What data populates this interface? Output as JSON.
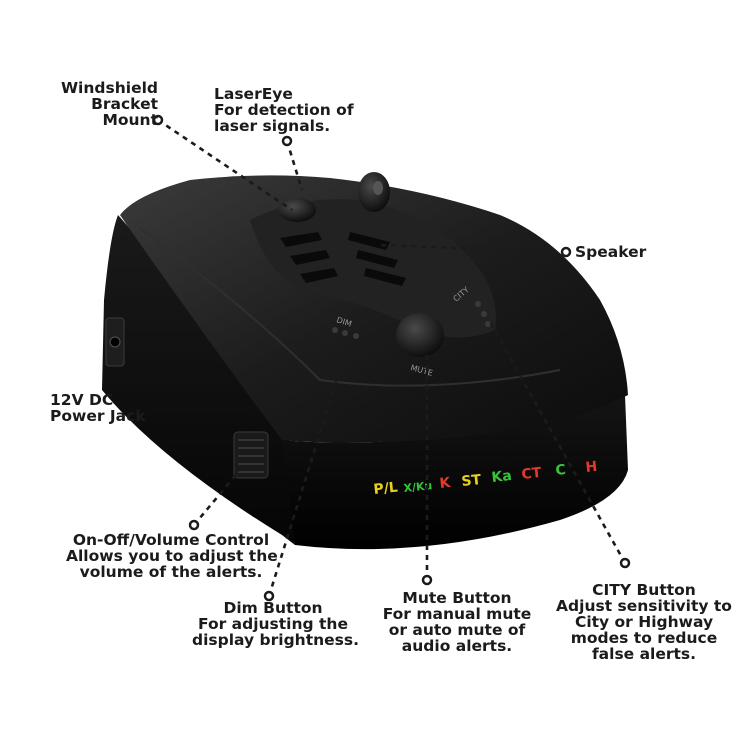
{
  "callouts": {
    "windshield_bracket": [
      "Windshield",
      "Bracket",
      "Mount"
    ],
    "lasereye": [
      "LaserEye",
      "For detection of",
      "laser signals."
    ],
    "speaker": [
      "Speaker"
    ],
    "power_jack": [
      "12V DC",
      "Power Jack"
    ],
    "volume_control": [
      "On-Off/Volume Control",
      "Allows you to adjust the",
      "volume of the alerts."
    ],
    "dim_button": [
      "Dim Button",
      "For adjusting the",
      "display brightness."
    ],
    "mute_button": [
      "Mute Button",
      "For manual mute",
      "or auto mute of",
      "audio alerts."
    ],
    "city_button": [
      "CITY Button",
      "Adjust sensitivity to",
      "City or Highway",
      "modes to reduce",
      "false alerts."
    ]
  },
  "device_labels": {
    "dim": "DIM",
    "city": "CITY",
    "mute": "MUTE"
  },
  "display_indicators": [
    {
      "text": "P/L",
      "color": "#e8d21c"
    },
    {
      "text": "X/Ku",
      "color": "#37c43a"
    },
    {
      "text": "K",
      "color": "#e23a2a"
    },
    {
      "text": "ST",
      "color": "#e8d21c"
    },
    {
      "text": "Ka",
      "color": "#37c43a"
    },
    {
      "text": "CT",
      "color": "#e23a2a"
    },
    {
      "text": "C",
      "color": "#37c43a"
    },
    {
      "text": "H",
      "color": "#e23a2a"
    }
  ],
  "colors": {
    "body": "#0d0d0d",
    "leader": "#1b1b1b"
  }
}
